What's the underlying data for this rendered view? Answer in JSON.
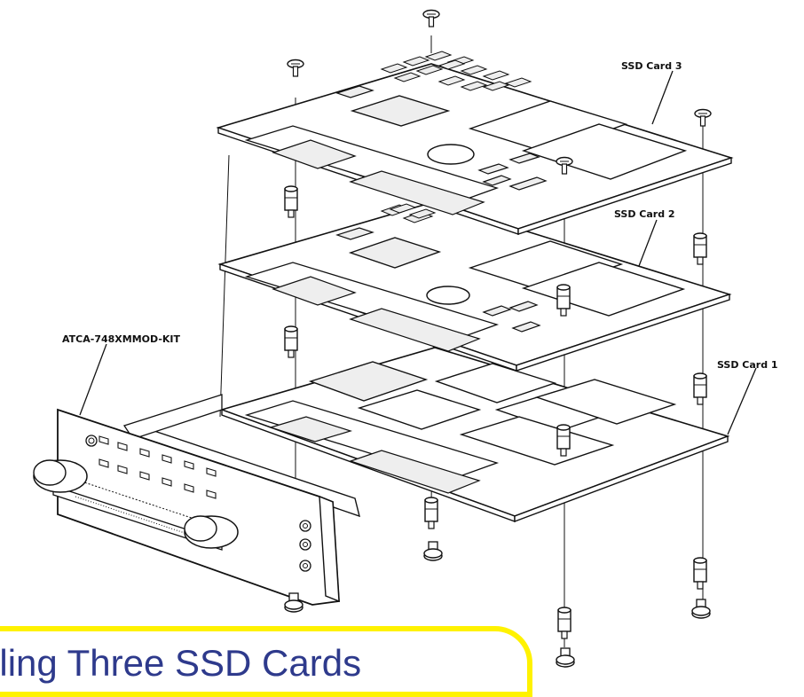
{
  "callouts": {
    "card3": "SSD Card 3",
    "card2": "SSD Card 2",
    "card1": "SSD Card 1",
    "kit": "ATCA-748XMMOD-KIT"
  },
  "banner": {
    "title": "bling Three SSD Cards"
  },
  "colors": {
    "line": "#111111",
    "fill": "#ffffff",
    "chip": "#eeeeee",
    "banner_border": "#fff200",
    "banner_text": "#2e3a8c"
  }
}
